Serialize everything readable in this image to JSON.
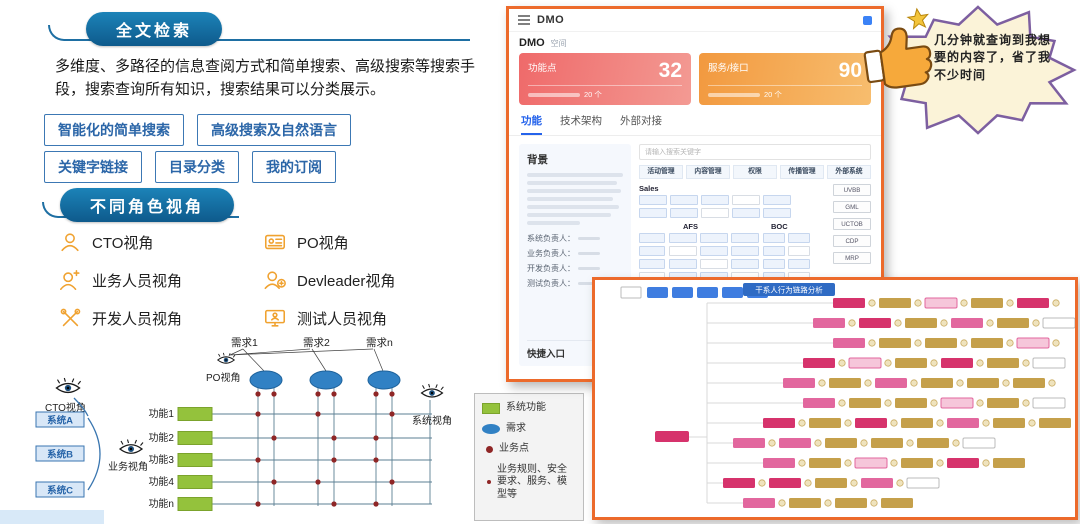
{
  "left": {
    "badge_fulltext": "全文检索",
    "intro": "多维度、多路径的信息查阅方式和简单搜索、高级搜索等搜索手段，搜索查询所有知识，搜索结果可以分类展示。",
    "tags_row1": [
      "智能化的简单搜索",
      "高级搜索及自然语言"
    ],
    "tags_row2": [
      "关键字链接",
      "目录分类",
      "我的订阅"
    ],
    "badge_roles": "不同角色视角",
    "roles": [
      {
        "label": "CTO视角",
        "icon": "person-icon"
      },
      {
        "label": "PO视角",
        "icon": "id-card-icon"
      },
      {
        "label": "业务人员视角",
        "icon": "person-star-icon"
      },
      {
        "label": "Devleader视角",
        "icon": "person-coin-icon"
      },
      {
        "label": "开发人员视角",
        "icon": "tools-icon"
      },
      {
        "label": "测试人员视角",
        "icon": "monitor-icon"
      }
    ]
  },
  "diagram": {
    "requirements": [
      "需求1",
      "需求2",
      "需求n"
    ],
    "po_label": "PO视角",
    "cto_label": "CTO视角",
    "business_label": "业务视角",
    "system_view_label": "系统视角",
    "systems": [
      "系统A",
      "系统B",
      "系统C"
    ],
    "features": [
      "功能1",
      "功能2",
      "功能3",
      "功能4",
      "功能n"
    ],
    "legend": [
      {
        "swatch": "green-rect",
        "label": "系统功能"
      },
      {
        "swatch": "blue-ellipse",
        "label": "需求"
      },
      {
        "swatch": "red-dot",
        "label": "业务点"
      },
      {
        "swatch": "tiny-dot",
        "label": "业务规则、安全要求、服务、模型等"
      }
    ]
  },
  "app": {
    "window_title": "DMO",
    "space_title": "DMO",
    "space_tag": "空间",
    "cards": [
      {
        "label": "功能点",
        "value": "32",
        "sub_value": "20 个"
      },
      {
        "label": "服务/接口",
        "value": "90",
        "sub_value": "20 个"
      }
    ],
    "tabs": [
      "功能",
      "技术架构",
      "外部对接"
    ],
    "panel": {
      "section_title": "背景",
      "owner_labels": [
        "系统负责人：",
        "业务负责人：",
        "开发负责人：",
        "测试负责人："
      ],
      "quick_entry": "快捷入口"
    },
    "org": {
      "search_placeholder": "请输入搜索关键字",
      "group_headers": [
        "活动管理",
        "内容管理",
        "权限",
        "传播管理",
        "外部系统"
      ],
      "sections": [
        "Sales",
        "AFS",
        "BOC"
      ],
      "right_items": [
        "UVBB",
        "GML",
        "UCTOB",
        "CDP",
        "MRP"
      ]
    }
  },
  "bubble": {
    "text": "几分钟就查询到我想要的内容了，省了我不少时间"
  },
  "flow": {
    "title_node": "干系人行为链路分析"
  },
  "colors": {
    "accent_orange_border": "#ec6a2b",
    "badge_blue": "#0e5a8c",
    "card_red": "#ef6a6a",
    "card_orange": "#f2993f",
    "node_pink": "#d6336c",
    "node_tan": "#c5a04b",
    "ellipse_blue": "#3181c4",
    "feature_green": "#94c23c"
  }
}
